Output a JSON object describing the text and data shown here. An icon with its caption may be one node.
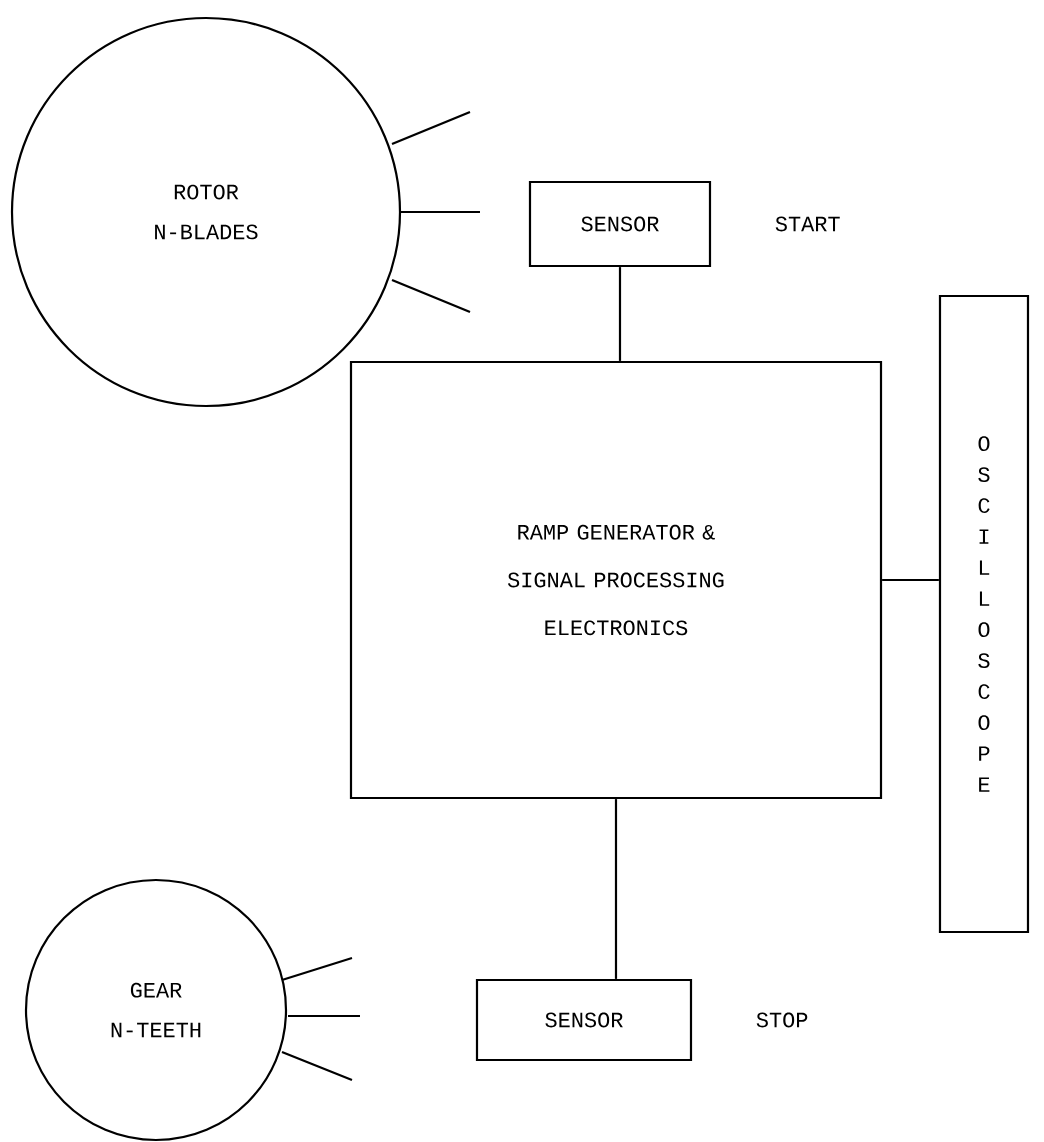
{
  "diagram": {
    "nodes": [
      {
        "text": [
          "ROTOR N-BLADES"
        ]
      },
      {
        "text": [
          "SENSOR"
        ],
        "beside": [
          "START"
        ]
      },
      {
        "text": [
          "RAMP GENERATOR & SIGNAL PROCESSING ELECTRONICS"
        ]
      },
      {
        "text": [
          "OSCILLOSCOPE"
        ]
      },
      {
        "text": [
          "GEAR N-TEETH"
        ]
      },
      {
        "text": [
          "SENSOR"
        ],
        "beside": [
          "STOP"
        ]
      }
    ],
    "edges": [
      {
        "from": 1,
        "to": 2,
        "arrow": "none"
      },
      {
        "from": 2,
        "to": 3,
        "arrow": "none"
      },
      {
        "from": 2,
        "to": 5,
        "arrow": "none"
      }
    ]
  }
}
